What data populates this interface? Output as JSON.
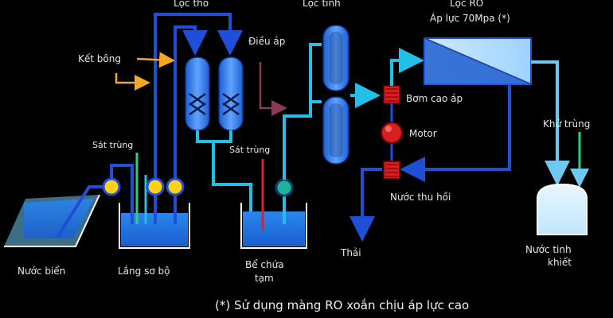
{
  "labels": {
    "loc_tho": "Lọc thô",
    "loc_tinh": "Lọc tinh",
    "loc_ro": "Lọc RO",
    "ap_luc": "Áp lực 70Mpa (*)",
    "ket_bong": "Kết bông",
    "dieu_ap": "Điều áp",
    "sat_trung_1": "Sát trùng",
    "sat_trung_2": "Sát trùng",
    "bom_cao_ap": "Bơm cao áp",
    "motor": "Motor",
    "nuoc_thu_hoi": "Nước thu hồi",
    "khu_trung": "Khử trùng",
    "nuoc_bien": "Nước biển",
    "lang_so_bo": "Lắng sơ bộ",
    "be_chua_1": "Bể chứa",
    "be_chua_2": "tạm",
    "thai": "Thải",
    "nuoc_tinh_khiet_1": "Nước tinh",
    "nuoc_tinh_khiet_2": "khiết"
  },
  "caption": "(*) Sử dụng màng RO xoắn chịu áp lực cao",
  "colors": {
    "pipe_blue": "#1f4fd6",
    "pipe_cyan": "#22c0e8",
    "water": "#1e7fe0",
    "water_light": "#6ec8f2",
    "arrow_orange": "#f5a623",
    "arrow_maroon": "#8b3a5a",
    "pump_yellow": "#ffd21a",
    "pump_teal": "#1fb39a",
    "pump_red": "#d81e1e",
    "chem_green": "#2ecf7a",
    "chem_red": "#e0201e",
    "vessel": "#3a7ff0",
    "ro_membrane": "#bfe3ff"
  }
}
